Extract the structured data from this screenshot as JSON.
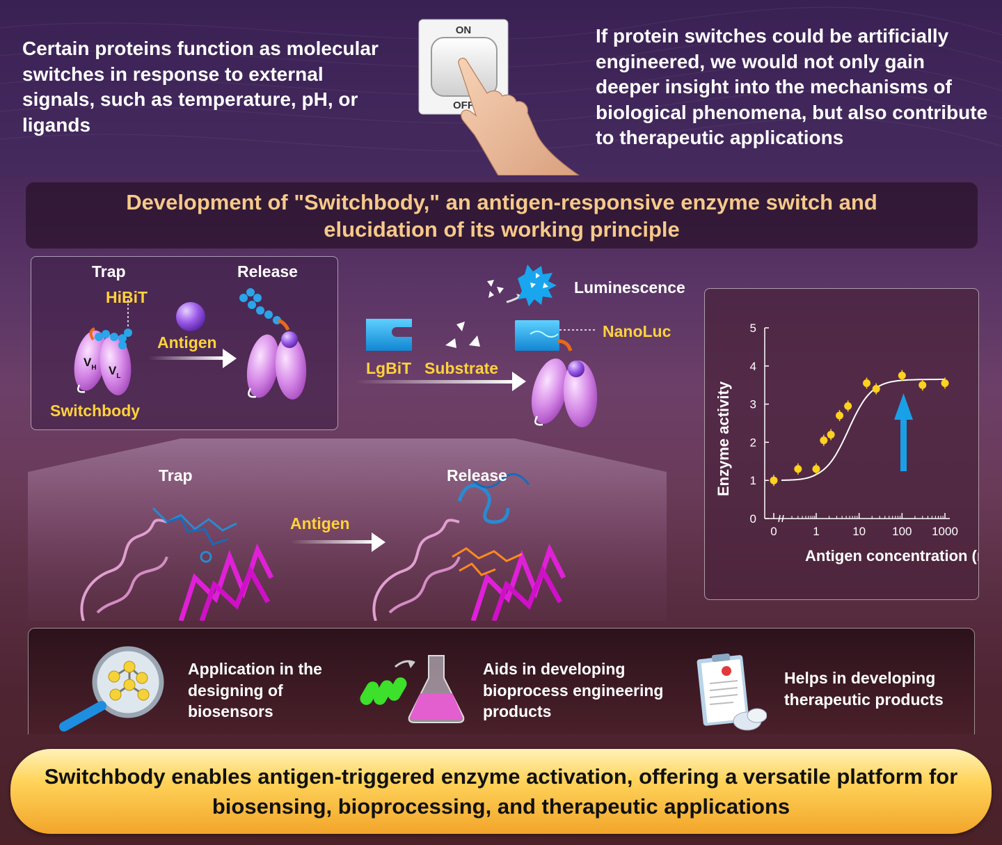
{
  "intro": {
    "left": "Certain proteins function as molecular switches in response to external signals, such as temperature, pH, or ligands",
    "right": "If protein switches could be artificially engineered, we would not only gain deeper insight into the mechanisms of biological phenomena, but also contribute to therapeutic applications"
  },
  "switch": {
    "on": "ON",
    "off": "OFF"
  },
  "title": "Development of \"Switchbody,\" an antigen-responsive enzyme switch and elucidation of its working principle",
  "mechanism": {
    "trap": "Trap",
    "release": "Release",
    "hibit": "HiBiT",
    "antigen": "Antigen",
    "vh": "V",
    "vh_sub": "H",
    "vl": "V",
    "vl_sub": "L",
    "switchbody": "Switchbody",
    "lgbit": "LgBiT",
    "substrate": "Substrate",
    "luminescence": "Luminescence",
    "nanoluc": "NanoLuc"
  },
  "structure": {
    "trap": "Trap",
    "release": "Release",
    "antigen": "Antigen"
  },
  "chart_data": {
    "type": "scatter",
    "xlabel": "Antigen concentration (nM)",
    "ylabel": "Enzyme activity",
    "x_scale": "log",
    "x_ticks": [
      "0",
      "1",
      "10",
      "100",
      "1000"
    ],
    "y_ticks": [
      "0",
      "1",
      "2",
      "3",
      "4",
      "5"
    ],
    "ylim": [
      0,
      5
    ],
    "points": [
      {
        "x": 0,
        "y": 1.0
      },
      {
        "x": 0.3,
        "y": 1.3
      },
      {
        "x": 1,
        "y": 1.3
      },
      {
        "x": 1.5,
        "y": 2.05
      },
      {
        "x": 2.2,
        "y": 2.2
      },
      {
        "x": 3.5,
        "y": 2.7
      },
      {
        "x": 5.5,
        "y": 2.95
      },
      {
        "x": 15,
        "y": 3.55
      },
      {
        "x": 25,
        "y": 3.4
      },
      {
        "x": 100,
        "y": 3.75
      },
      {
        "x": 300,
        "y": 3.5
      },
      {
        "x": 1000,
        "y": 3.55
      }
    ],
    "colors": {
      "points": "#ffd21e",
      "curve": "#ffffff",
      "arrow": "#19a0e6"
    }
  },
  "apps": [
    {
      "text": "Application in the designing of biosensors",
      "icon": "magnifier-molecule-icon"
    },
    {
      "text": "Aids in developing bioprocess engineering products",
      "icon": "bacteria-flask-icon"
    },
    {
      "text": "Helps in developing therapeutic products",
      "icon": "clipboard-pills-icon"
    }
  ],
  "conclusion": "Switchbody enables antigen-triggered enzyme activation, offering a versatile platform for biosensing, bioprocessing, and therapeutic applications"
}
